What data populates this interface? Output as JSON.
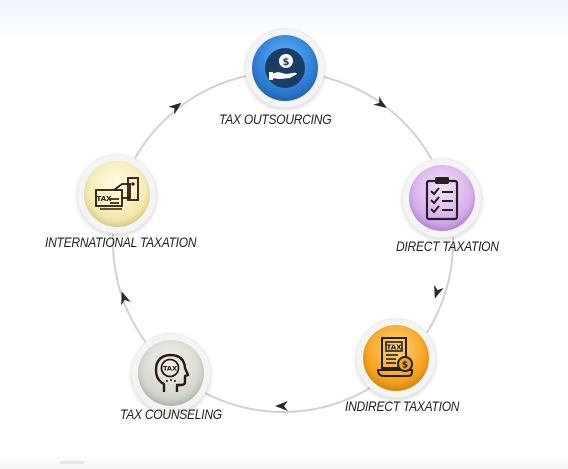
{
  "nodes": [
    {
      "label": "TAX OUTSOURCING",
      "icon": "money-hand-icon",
      "color": "#2f7fd6"
    },
    {
      "label": "DIRECT TAXATION",
      "icon": "clipboard-checklist-icon",
      "color": "#b97ad8"
    },
    {
      "label": "INDIRECT TAXATION",
      "icon": "tax-receipt-icon",
      "color": "#f4a21f"
    },
    {
      "label": "TAX COUNSELING",
      "icon": "head-tax-icon",
      "color": "#c9ccc2"
    },
    {
      "label": "INTERNATIONAL TAXATION",
      "icon": "tax-card-hand-icon",
      "color": "#f3e6a8"
    }
  ]
}
